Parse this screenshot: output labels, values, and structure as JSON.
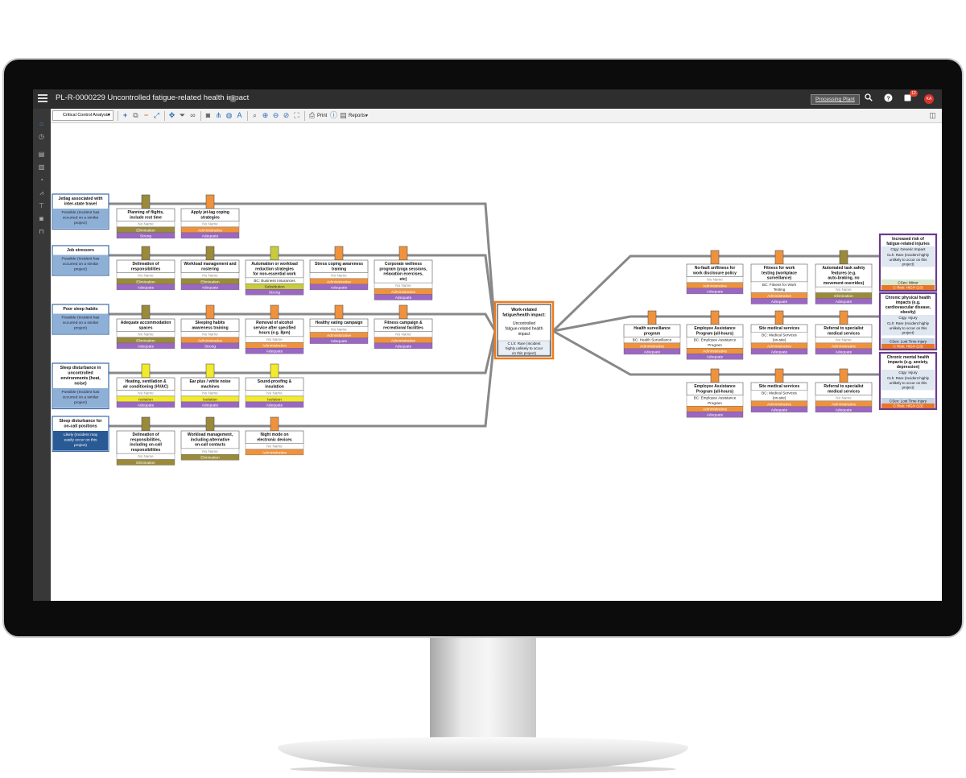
{
  "app": {
    "title": "PL-R-0000229 Uncontrolled fatigue-related health impact",
    "site_button": "Processing Plant",
    "notification_count": "12",
    "avatar_initials": "KA"
  },
  "toolbar": {
    "view_select": "Critical Control Analysis",
    "print_label": "Print",
    "reports_label": "Reports"
  },
  "diagram": {
    "colors": {
      "elimination": "#9a8a3a",
      "substitution": "#c8cc3c",
      "administrative": "#f0923c",
      "isolation": "#f2ea2a",
      "adequate": "#9b66c4",
      "strong": "#9b66c4",
      "cause_box": "#8fb0d6",
      "cause_dark": "#2a5a95",
      "center_border": "#f07a1c",
      "consequence_border": "#6a3b8c"
    },
    "causes": [
      {
        "title": "Jetlag associated with inter-state travel",
        "likelihood": "Possible (Incident has occurred on a similar project)",
        "dark": false
      },
      {
        "title": "Job stressors",
        "likelihood": "Possible (Incident has occurred on a similar project)",
        "dark": false
      },
      {
        "title": "Poor sleep habits",
        "likelihood": "Possible (Incident has occurred on a similar project)",
        "dark": false
      },
      {
        "title": "Sleep disturbance in uncontrolled environments (heat, noise)",
        "likelihood": "Possible (Incident has occurred on a similar project)",
        "dark": false
      },
      {
        "title": "Sleep disturbance for on-call positions",
        "likelihood": "Likely (Incident may easily occur on this project)",
        "dark": true
      }
    ],
    "left_controls": [
      [
        {
          "title": "Planning of flights, include rest time",
          "owner": "No Name",
          "type": "Elimination",
          "eff": "Strong"
        },
        {
          "title": "Apply jet-lag coping strategies",
          "owner": "No Name",
          "type": "Administrative",
          "eff": "Adequate"
        }
      ],
      [
        {
          "title": "Delineation of responsibilities",
          "owner": "No Name",
          "type": "Elimination",
          "eff": "Adequate"
        },
        {
          "title": "Workload management and rostering",
          "owner": "No Name",
          "type": "Elimination",
          "eff": "Adequate"
        },
        {
          "title": "Automation or workload reduction strategies for non-essential work",
          "owner": "BC: Business Insurances",
          "type": "Substitution",
          "eff": "Strong"
        },
        {
          "title": "Stress coping awareness training",
          "owner": "No Name",
          "type": "Administrative",
          "eff": "Adequate"
        },
        {
          "title": "Corporate wellness program (yoga sessions, relaxation exercises, etc)",
          "owner": "No Name",
          "type": "Administrative",
          "eff": "Adequate"
        }
      ],
      [
        {
          "title": "Adequate accommodation spaces",
          "owner": "No Name",
          "type": "Elimination",
          "eff": "Adequate"
        },
        {
          "title": "Sleeping habits awareness training",
          "owner": "No Name",
          "type": "Administrative",
          "eff": "Strong"
        },
        {
          "title": "Removal of alcohol service after specified hours (e.g. 8pm)",
          "owner": "No Name",
          "type": "Administrative",
          "eff": "Adequate"
        },
        {
          "title": "Healthy eating campaign",
          "owner": "No Name",
          "type": "Administrative",
          "eff": "Adequate"
        },
        {
          "title": "Fitness campaign & recreational facilities",
          "owner": "No Name",
          "type": "Administrative",
          "eff": "Adequate"
        }
      ],
      [
        {
          "title": "Heating, ventilation & air conditioning (HVAC)",
          "owner": "No Name",
          "type": "Isolation",
          "eff": "Adequate"
        },
        {
          "title": "Ear plus / white noise machines",
          "owner": "No Name",
          "type": "Isolation",
          "eff": "Adequate"
        },
        {
          "title": "Sound-proofing & insulation",
          "owner": "No Name",
          "type": "Isolation",
          "eff": "Adequate"
        }
      ],
      [
        {
          "title": "Delineation of responsibilities, including on-call responsibilities",
          "owner": "No Name",
          "type": "Elimination",
          "eff": ""
        },
        {
          "title": "Workload management, including alternative on-call contacts",
          "owner": "No Name",
          "type": "Elimination",
          "eff": ""
        },
        {
          "title": "Night mode on electronic devices",
          "owner": "No Name",
          "type": "Administrative",
          "eff": ""
        }
      ]
    ],
    "center": {
      "title": "Work-related fatigue/health impact:",
      "subtitle": "Uncontrolled fatigue-related health impact",
      "likelihood": "C Lh: Rare (Incident highly unlikely to occur on this project)"
    },
    "right_controls": [
      [
        {
          "title": "No-fault unfitness for work disclosure policy",
          "owner": "No Name",
          "type": "Administrative",
          "eff": "Adequate"
        },
        {
          "title": "Fitness for work testing (workplace surveillance)",
          "owner": "BC: Fitness for Work Testing",
          "type": "Administrative",
          "eff": "Adequate"
        },
        {
          "title": "Automated task safety features (e.g. auto-braking, no movement overrides)",
          "owner": "No Name",
          "type": "Elimination",
          "eff": "Adequate"
        }
      ],
      [
        {
          "title": "Health surveillance program",
          "owner": "BC: Health Surveillance",
          "type": "Administrative",
          "eff": "Adequate"
        },
        {
          "title": "Employee Assistance Program (all-hours)",
          "owner": "BC: Employee Assistance Program",
          "type": "Administrative",
          "eff": "Adequate"
        },
        {
          "title": "Site medical services",
          "owner": "BC: Medical Services (on-site)",
          "type": "Administrative",
          "eff": "Adequate"
        },
        {
          "title": "Referral to specialist medical services",
          "owner": "No Name",
          "type": "Administrative",
          "eff": "Adequate"
        }
      ],
      [
        {
          "title": "Employee Assistance Program (all-hours)",
          "owner": "BC: Employee Assistance Program",
          "type": "Administrative",
          "eff": "Adequate"
        },
        {
          "title": "Site medical services",
          "owner": "BC: Medical Services (on-site)",
          "type": "Administrative",
          "eff": "Adequate"
        },
        {
          "title": "Referral to specialist medical services",
          "owner": "No Name",
          "type": "Administrative",
          "eff": "Adequate"
        }
      ]
    ],
    "consequences": [
      {
        "title": "Increased risk of fatigue-related injuries",
        "category": "Ctgy: Generic Impact",
        "likelihood": "CLh: Rare (Incident highly unlikely to occur on this project)",
        "severity": "CSev: Minor",
        "risk": "C Risk: HIGH (13)"
      },
      {
        "title": "Chronic physical health impacts (e.g. cardiovascular disease, obesity)",
        "category": "Ctgy: Injury",
        "likelihood": "CLh: Rare (Incident highly unlikely to occur on this project)",
        "severity": "CSev: Lost Time Injury",
        "risk": "C Risk: HIGH (13)"
      },
      {
        "title": "Chronic mental health impacts (e.g. anxiety, depression)",
        "category": "Ctgy: Injury",
        "likelihood": "CLh: Rare (Incident highly unlikely to occur on this project)",
        "severity": "CSev: Lost Time Injury",
        "risk": "C Risk: HIGH (13)"
      }
    ]
  },
  "icons": {
    "menu": "menu-icon",
    "info": "info-icon",
    "search": "search-icon",
    "help": "help-icon",
    "notifications": "bell-icon",
    "home": "home-icon",
    "history": "history-icon",
    "print": "printer-icon",
    "reports": "reports-icon",
    "panel": "panel-toggle-icon"
  }
}
